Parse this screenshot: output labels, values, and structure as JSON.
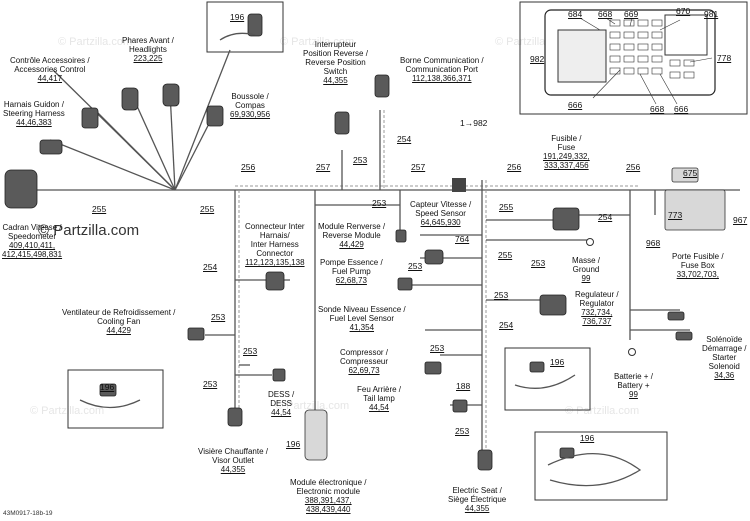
{
  "labels": {
    "cluster": {
      "line1": "Contrôle Accessoires /",
      "line2": "Accessories Control",
      "refs": "44,417"
    },
    "headlights": {
      "line1": "Phares Avant /",
      "line2": "Headlights",
      "refs": "223,225"
    },
    "harness_guidon": {
      "line1": "Harnais Guidon /",
      "line2": "Steering Harness",
      "refs": "44,46,383"
    },
    "reverse_switch": {
      "line1": "Interrupteur",
      "line2": "Position Reverse /",
      "line3": "Reverse Position",
      "line4": "Switch",
      "refs": "44,355"
    },
    "comm_port": {
      "line1": "Borne Communication /",
      "line2": "Communication Port",
      "refs": "112,138,366,371"
    },
    "compass": {
      "line1": "Boussole /",
      "line2": "Compas",
      "refs": "69,930,956"
    },
    "speedometer": {
      "line1": "Cadran Vitesse /",
      "line2": "Speedometer",
      "refs1": "409,410,411,",
      "refs2": "412,415,498,831"
    },
    "inter_harness": {
      "line1": "Connecteur Inter",
      "line2": "Harnais/",
      "line3": "Inter Harness",
      "line4": "Connector",
      "refs": "112,123,135,138"
    },
    "reverse_module": {
      "line1": "Module Renverse /",
      "line2": "Reverse Module",
      "refs": "44,429"
    },
    "speed_sensor": {
      "line1": "Capteur Vitesse /",
      "line2": "Speed Sensor",
      "refs": "64,645,930"
    },
    "fuse": {
      "line1": "Fusible /",
      "line2": "Fuse",
      "refs1": "191,249,332,",
      "refs2": "333,337,456"
    },
    "fuel_pump": {
      "line1": "Pompe Essence /",
      "line2": "Fuel Pump",
      "refs": "62,68,73"
    },
    "ground": {
      "line1": "Masse /",
      "line2": "Ground",
      "refs": "99"
    },
    "fuse_box": {
      "line1": "Porte Fusible /",
      "line2": "Fuse Box",
      "refs": "33,702,703,"
    },
    "cooling_fan": {
      "line1": "Ventilateur de Refroidissement /",
      "line2": "Cooling Fan",
      "refs": "44,429"
    },
    "fuel_level": {
      "line1": "Sonde Niveau Essence /",
      "line2": "Fuel Level Sensor",
      "refs": "41,354"
    },
    "regulator": {
      "line1": "Regulateur /",
      "line2": "Regulator",
      "refs1": "732,734,",
      "refs2": "736,737"
    },
    "compressor": {
      "line1": "Compressor /",
      "line2": "Compresseur",
      "refs": "62,69,73"
    },
    "starter": {
      "line1": "Solénoïde",
      "line2": "Démarrage /",
      "line3": "Starter",
      "line4": "Solenoid",
      "refs": "34,36"
    },
    "dess": {
      "line1": "DESS /",
      "line2": "DESS",
      "refs": "44,54"
    },
    "tail_lamp": {
      "line1": "Feu Arrière /",
      "line2": "Tail lamp",
      "refs": "44,54"
    },
    "battery": {
      "line1": "Batterie + /",
      "line2": "Battery +",
      "refs": "99"
    },
    "visor": {
      "line1": "Visière Chauffante /",
      "line2": "Visor Outlet",
      "refs": "44,355"
    },
    "electronic_module": {
      "line1": "Module électronique /",
      "line2": "Electronic module",
      "refs1": "388,391,437,",
      "refs2": "438,439,440"
    },
    "electric_seat": {
      "line1": "Electric Seat /",
      "line2": "Siège Électrique",
      "refs": "44,355"
    }
  },
  "wire_numbers": {
    "w255a": "255",
    "w255b": "255",
    "w256a": "256",
    "w257a": "257",
    "w253a": "253",
    "w254a": "254",
    "w257b": "257",
    "w256b": "256",
    "w256c": "256",
    "w253b": "253",
    "w255c": "255",
    "w254b": "254",
    "w764": "764",
    "w253c": "253",
    "w255d": "255",
    "w253d": "253",
    "w254c": "254",
    "w253e": "253",
    "w253f": "253",
    "w254d": "254",
    "w253g": "253",
    "w253h": "253",
    "w253i": "253",
    "w188": "188",
    "w253j": "253",
    "w196a": "196",
    "w196b": "196",
    "w196c": "196",
    "w196d": "196",
    "w196e": "196",
    "w675": "675",
    "w773": "773",
    "w967": "967",
    "w968": "968",
    "ref982arrow": "1→982"
  },
  "fuse_detail": {
    "labels": {
      "a": "684",
      "b": "668",
      "c": "669",
      "d": "670",
      "e": "981",
      "f": "982",
      "g": "778",
      "h": "666",
      "i": "668",
      "j": "666"
    }
  },
  "watermarks": {
    "brand": "© Partzilla.com",
    "small": "© Partzilla.com"
  },
  "footer": "43M0917-18b-19"
}
